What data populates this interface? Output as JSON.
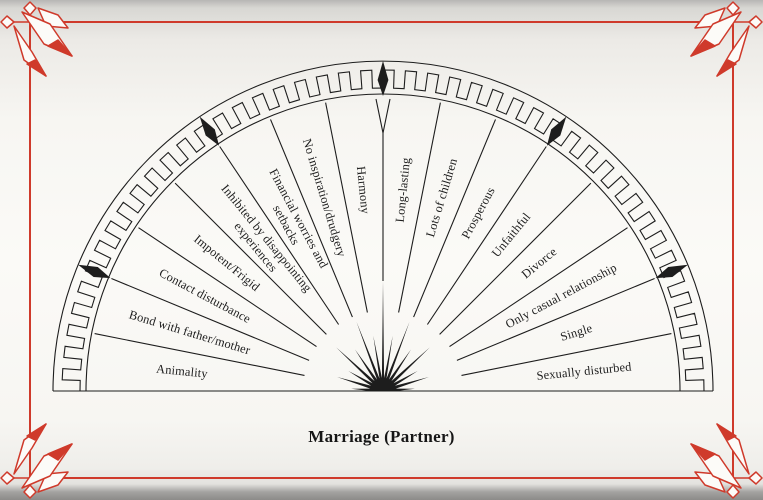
{
  "page": {
    "title": "Marriage (Partner)"
  },
  "colors": {
    "border_red": "#cf3a2b",
    "ink": "#1d1d1d",
    "paper": "#fcfbf8"
  },
  "chart_data": {
    "type": "semicircle-dial",
    "title": "Marriage (Partner)",
    "arc_degrees": 180,
    "sector_count": 16,
    "sectors": [
      {
        "label": "Animality",
        "lines": [
          "Animality"
        ]
      },
      {
        "label": "Bond with father/mother",
        "lines": [
          "Bond with father/mother"
        ]
      },
      {
        "label": "Contact disturbance",
        "lines": [
          "Contact disturbance"
        ]
      },
      {
        "label": "Impotent/Frigid",
        "lines": [
          "Impotent/Frigid"
        ]
      },
      {
        "label": "Inhibited by disappointing experiences",
        "lines": [
          "Inhibited by disappointing",
          "experiences"
        ]
      },
      {
        "label": "Financial worries and setbacks",
        "lines": [
          "Financial worries and",
          "setbacks"
        ]
      },
      {
        "label": "No inspiration/drudgery",
        "lines": [
          "No inspiration/drudgery"
        ]
      },
      {
        "label": "Harmony",
        "lines": [
          "Harmony"
        ]
      },
      {
        "label": "Long-lasting",
        "lines": [
          "Long-lasting"
        ]
      },
      {
        "label": "Lots of children",
        "lines": [
          "Lots of children"
        ]
      },
      {
        "label": "Prosperous",
        "lines": [
          "Prosperous"
        ]
      },
      {
        "label": "Unfaithful",
        "lines": [
          "Unfaithful"
        ]
      },
      {
        "label": "Divorce",
        "lines": [
          "Divorce"
        ]
      },
      {
        "label": "Only casual relationship",
        "lines": [
          "Only casual relationship"
        ]
      },
      {
        "label": "Single",
        "lines": [
          "Single"
        ]
      },
      {
        "label": "Sexually disturbed",
        "lines": [
          "Sexually disturbed"
        ]
      }
    ],
    "tick_marker_angles_deg": [
      22.5,
      56.25,
      90,
      123.75,
      157.5
    ]
  }
}
